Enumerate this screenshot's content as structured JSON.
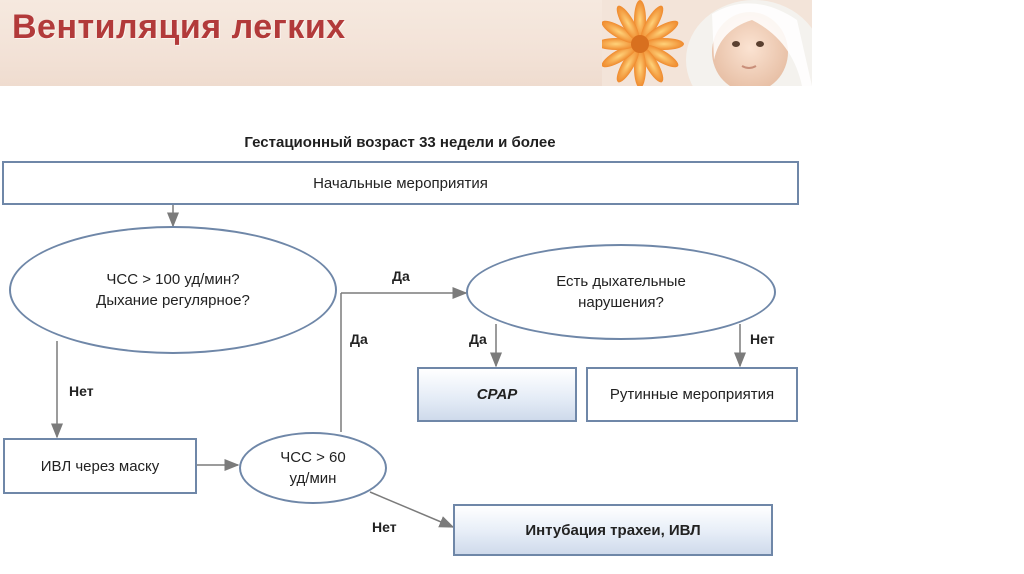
{
  "header": {
    "title": "Вентиляция легких"
  },
  "diagram": {
    "subtitle": "Гестационный возраст 33 недели и более",
    "nodes": {
      "initial": "Начальные мероприятия",
      "decision_hr100": "ЧСС > 100 уд/мин?\nДыхание регулярное?",
      "decision_resp": "Есть дыхательные\nнарушения?",
      "cpap": "CPAP",
      "routine": "Рутинные мероприятия",
      "mask": "ИВЛ через маску",
      "decision_hr60": "ЧСС > 60\nуд/мин",
      "intubation": "Интубация трахеи, ИВЛ"
    },
    "edges": {
      "hr100_yes": "Да",
      "hr60_yes": "Да",
      "resp_yes": "Да",
      "resp_no": "Нет",
      "hr100_no": "Нет",
      "hr60_no": "Нет"
    }
  }
}
